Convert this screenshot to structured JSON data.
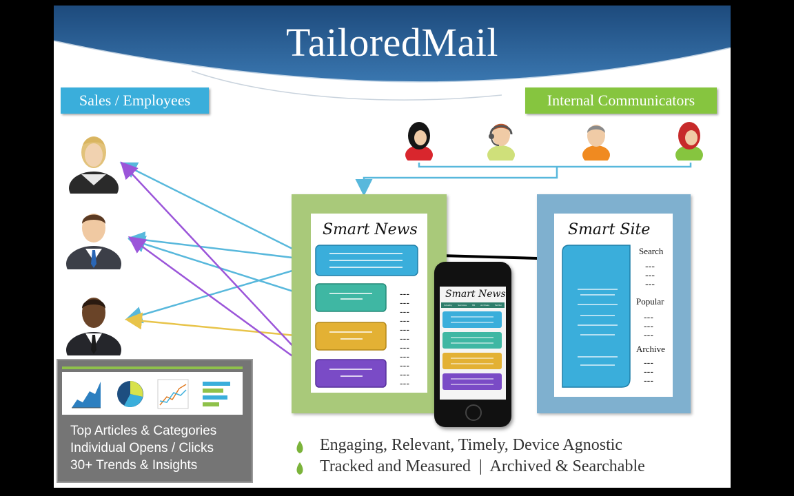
{
  "slide": {
    "title": "TailoredMail",
    "left_label": "Sales / Employees",
    "right_label": "Internal Communicators",
    "smart_news_title": "Smart News",
    "smart_site_title": "Smart Site",
    "phone_title": "Smart News",
    "phone_tabs": [
      "Industry",
      "Services",
      "HR",
      "Archives",
      "Twitter"
    ],
    "site_sections": [
      "Search",
      "Popular",
      "Archive"
    ],
    "dash_text": "---",
    "analytics_lines": [
      "Top Articles & Categories",
      "Individual Opens / Clicks",
      "30+ Trends & Insights"
    ],
    "bullets": [
      "Engaging, Relevant, Timely, Device Agnostic",
      "Tracked and Measured  |  Archived & Searchable"
    ]
  },
  "colors": {
    "banner": "#2b5f95",
    "sales_box": "#3aaedb",
    "communicators_box": "#86c53f",
    "news_frame": "#a9c97a",
    "site_frame": "#7fb0cf",
    "card_blue": "#3aaedb",
    "card_teal": "#3fb7a3",
    "card_yellow": "#e3b134",
    "card_purple": "#7a4bc6",
    "arrow_blue": "#58b8dc",
    "arrow_purple": "#9b55d9",
    "arrow_yellow": "#e8c44a",
    "analytics_panel": "#757575"
  },
  "icons": [
    "woman-avatar-icon",
    "businessman-avatar-icon",
    "dark-businessman-avatar-icon",
    "woman-red-avatar-icon",
    "headset-person-icon",
    "orange-person-icon",
    "redhead-woman-icon",
    "area-chart-icon",
    "pie-chart-icon",
    "line-chart-icon",
    "bar-chart-icon",
    "leaf-bullet-icon",
    "smartphone-icon"
  ]
}
